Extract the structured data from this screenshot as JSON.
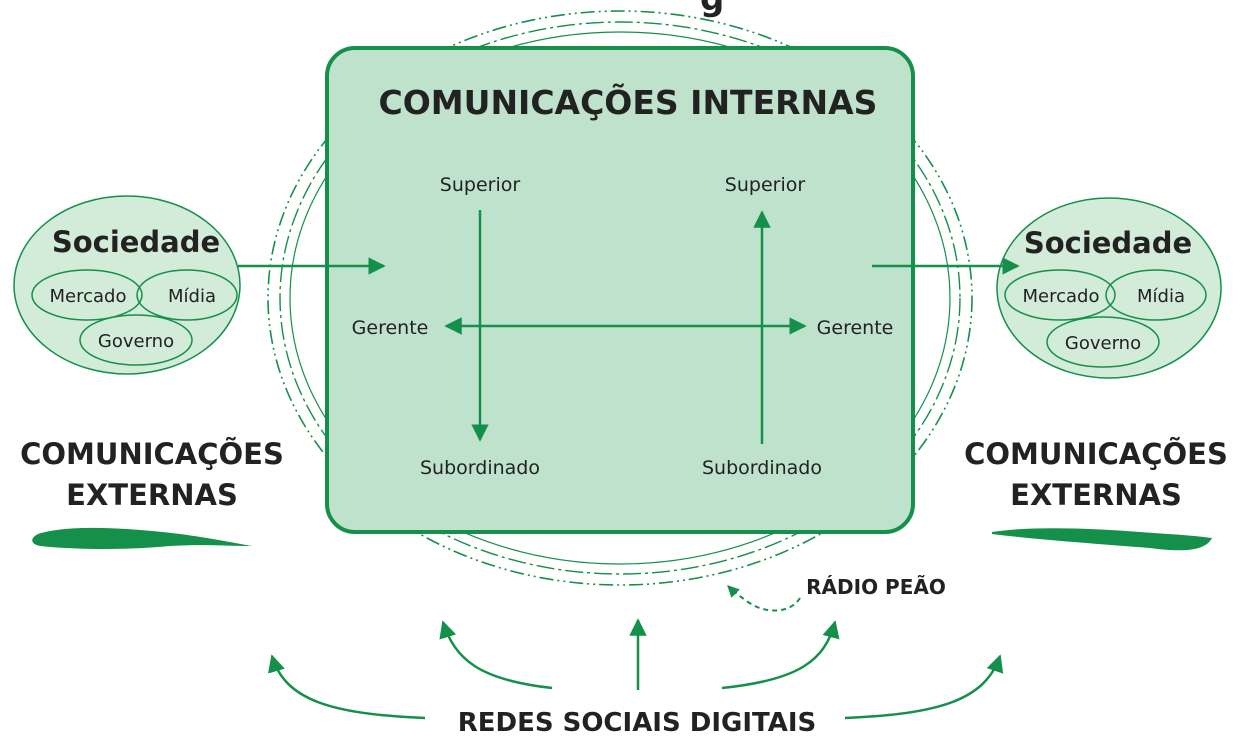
{
  "title_partial": "g",
  "internal": {
    "title": "COMUNICAÇÕES INTERNAS",
    "left_superior": "Superior",
    "left_gerente": "Gerente",
    "left_subordinado": "Subordinado",
    "right_superior": "Superior",
    "right_gerente": "Gerente",
    "right_subordinado": "Subordinado"
  },
  "society_left": {
    "title": "Sociedade",
    "mercado": "Mercado",
    "midia": "Mídia",
    "governo": "Governo"
  },
  "society_right": {
    "title": "Sociedade",
    "mercado": "Mercado",
    "midia": "Mídia",
    "governo": "Governo"
  },
  "external_left": {
    "line1": "COMUNICAÇÕES",
    "line2": "EXTERNAS"
  },
  "external_right": {
    "line1": "COMUNICAÇÕES",
    "line2": "EXTERNAS"
  },
  "radio_peao": "RÁDIO PEÃO",
  "redes_sociais": "REDES SOCIAIS DIGITAIS",
  "colors": {
    "green": "#14904a",
    "box_fill": "#bfe2cc",
    "society_fill": "#d3ebd9",
    "text": "#222222"
  }
}
